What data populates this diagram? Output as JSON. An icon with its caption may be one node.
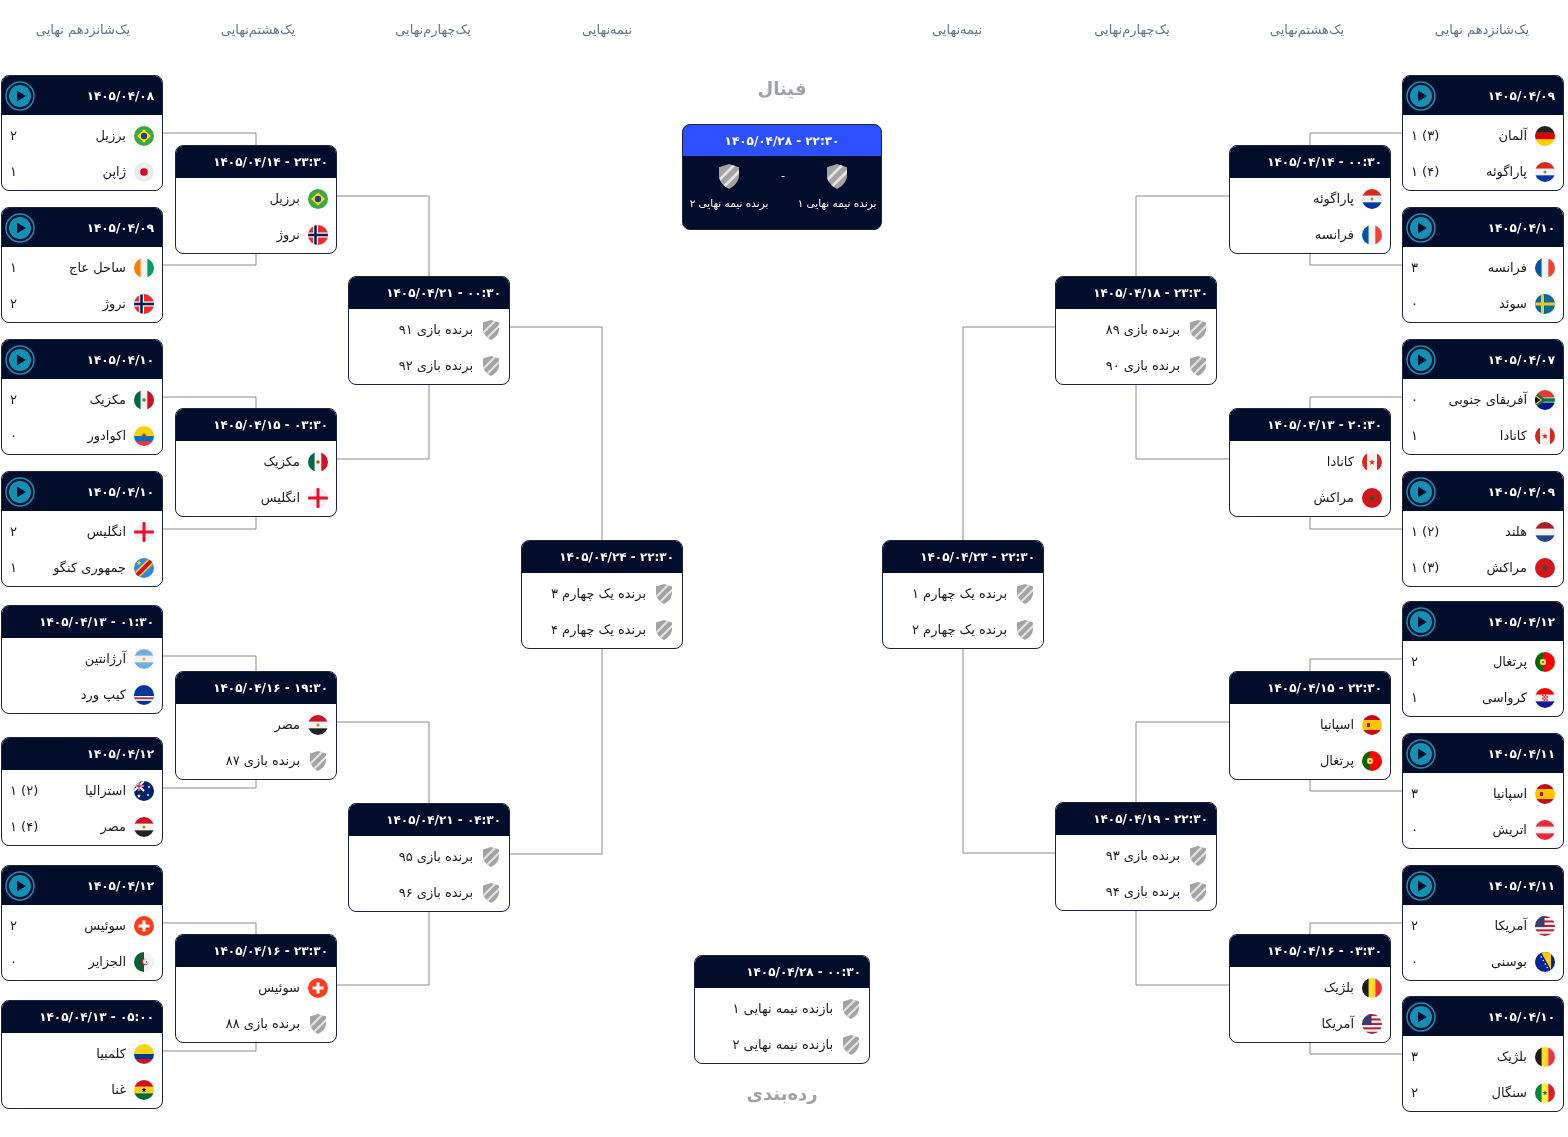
{
  "diagram": {
    "nodes": [
      {
        "text": [
          "۱۴۰۵/۰۴/۰۸",
          "برزیل",
          "۲",
          "ژاپن",
          "۱"
        ]
      },
      {
        "text": [
          "۱۴۰۵/۰۴/۰۹",
          "ساحل عاج",
          "۱",
          "نروژ",
          "۲"
        ]
      },
      {
        "text": [
          "۱۴۰۵/۰۴/۱۰",
          "مکزیک",
          "۲",
          "اکوادور",
          "۰"
        ]
      },
      {
        "text": [
          "۱۴۰۵/۰۴/۱۰",
          "انگلیس",
          "۲",
          "جمهوری کنگو",
          "۱"
        ]
      },
      {
        "text": [
          "۱۴۰۵/۰۴/۱۳ - ۰۱:۳۰",
          "آرژانتین",
          "کیپ ورد"
        ]
      },
      {
        "text": [
          "۱۴۰۵/۰۴/۱۲",
          "استرالیا",
          "۱ (۲)",
          "مصر",
          "۱ (۴)"
        ]
      },
      {
        "text": [
          "۱۴۰۵/۰۴/۱۲",
          "سوئیس",
          "۲",
          "الجزایر",
          "۰"
        ]
      },
      {
        "text": [
          "۱۴۰۵/۰۴/۱۳ - ۰۵:۰۰",
          "کلمبیا",
          "غنا"
        ]
      },
      {
        "text": [
          "۱۴۰۵/۰۴/۱۴ - ۲۳:۳۰",
          "برزیل",
          "نروژ"
        ]
      },
      {
        "text": [
          "۱۴۰۵/۰۴/۱۵ - ۰۳:۳۰",
          "مکزیک",
          "انگلیس"
        ]
      },
      {
        "text": [
          "۱۴۰۵/۰۴/۱۶ - ۱۹:۳۰",
          "مصر",
          "برنده بازی ۸۷"
        ]
      },
      {
        "text": [
          "۱۴۰۵/۰۴/۱۶ - ۲۳:۳۰",
          "سوئیس",
          "برنده بازی ۸۸"
        ]
      },
      {
        "text": [
          "۱۴۰۵/۰۴/۲۱ - ۰۰:۳۰",
          "برنده بازی ۹۱",
          "برنده بازی ۹۲"
        ]
      },
      {
        "text": [
          "۱۴۰۵/۰۴/۲۱ - ۰۴:۳۰",
          "برنده بازی ۹۵",
          "برنده بازی ۹۶"
        ]
      },
      {
        "text": [
          "۱۴۰۵/۰۴/۲۴ - ۲۲:۳۰",
          "برنده یک چهارم ۳",
          "برنده یک چهارم ۴"
        ]
      },
      {
        "text": [
          "۱۴۰۵/۰۴/۲۸ - ۲۲:۳۰",
          "برنده نیمه نهایی ۱",
          "-",
          "برنده نیمه نهایی ۲"
        ],
        "beside": [
          "فینال"
        ]
      },
      {
        "text": [
          "۱۴۰۵/۰۴/۲۸ - ۰۰:۳۰",
          "بازنده نیمه نهایی ۱",
          "بازنده نیمه نهایی ۲"
        ],
        "beside": [
          "رده‌بندی"
        ]
      },
      {
        "text": [
          "۱۴۰۵/۰۴/۲۳ - ۲۲:۳۰",
          "برنده یک چهارم ۱",
          "برنده یک چهارم ۲"
        ]
      },
      {
        "text": [
          "۱۴۰۵/۰۴/۱۸ - ۲۳:۳۰",
          "برنده بازی ۸۹",
          "برنده بازی ۹۰"
        ]
      },
      {
        "text": [
          "۱۴۰۵/۰۴/۱۹ - ۲۲:۳۰",
          "برنده بازی ۹۳",
          "برنده بازی ۹۴"
        ]
      },
      {
        "text": [
          "۱۴۰۵/۰۴/۱۴ - ۰۰:۳۰",
          "پاراگوئه",
          "فرانسه"
        ]
      },
      {
        "text": [
          "۱۴۰۵/۰۴/۱۳ - ۲۰:۳۰",
          "کانادا",
          "مراکش"
        ]
      },
      {
        "text": [
          "۱۴۰۵/۰۴/۱۵ - ۲۲:۳۰",
          "اسپانیا",
          "پرتغال"
        ]
      },
      {
        "text": [
          "۱۴۰۵/۰۴/۱۶ - ۰۳:۳۰",
          "بلژیک",
          "آمریکا"
        ]
      },
      {
        "text": [
          "۱۴۰۵/۰۴/۰۹",
          "آلمان",
          "۱ (۳)",
          "پاراگوئه",
          "۱ (۴)"
        ]
      },
      {
        "text": [
          "۱۴۰۵/۰۴/۱۰",
          "فرانسه",
          "۳",
          "سوئد",
          "۰"
        ]
      },
      {
        "text": [
          "۱۴۰۵/۰۴/۰۷",
          "آفریقای جنوبی",
          "۰",
          "کانادا",
          "۱"
        ]
      },
      {
        "text": [
          "۱۴۰۵/۰۴/۰۹",
          "هلند",
          "۱ (۲)",
          "مراکش",
          "۱ (۳)"
        ]
      },
      {
        "text": [
          "۱۴۰۵/۰۴/۱۲",
          "پرتغال",
          "۲",
          "کرواسی",
          "۱"
        ]
      },
      {
        "text": [
          "۱۴۰۵/۰۴/۱۱",
          "اسپانیا",
          "۳",
          "اتریش",
          "۰"
        ]
      },
      {
        "text": [
          "۱۴۰۵/۰۴/۱۱",
          "آمریکا",
          "۲",
          "بوسنی",
          "۰"
        ]
      },
      {
        "text": [
          "۱۴۰۵/۰۴/۱۰",
          "بلژیک",
          "۳",
          "سنگال",
          "۲"
        ]
      }
    ],
    "edges": [
      {
        "from": 0,
        "to": 8,
        "arrow": "none"
      },
      {
        "from": 1,
        "to": 8,
        "arrow": "none"
      },
      {
        "from": 2,
        "to": 9,
        "arrow": "none"
      },
      {
        "from": 3,
        "to": 9,
        "arrow": "none"
      },
      {
        "from": 4,
        "to": 10,
        "arrow": "none"
      },
      {
        "from": 5,
        "to": 10,
        "arrow": "none"
      },
      {
        "from": 6,
        "to": 11,
        "arrow": "none"
      },
      {
        "from": 7,
        "to": 11,
        "arrow": "none"
      },
      {
        "from": 8,
        "to": 12,
        "arrow": "none"
      },
      {
        "from": 9,
        "to": 12,
        "arrow": "none"
      },
      {
        "from": 10,
        "to": 13,
        "arrow": "none"
      },
      {
        "from": 11,
        "to": 13,
        "arrow": "none"
      },
      {
        "from": 12,
        "to": 14,
        "arrow": "none"
      },
      {
        "from": 13,
        "to": 14,
        "arrow": "none"
      },
      {
        "from": 18,
        "to": 17,
        "arrow": "none"
      },
      {
        "from": 19,
        "to": 17,
        "arrow": "none"
      },
      {
        "from": 20,
        "to": 18,
        "arrow": "none"
      },
      {
        "from": 21,
        "to": 18,
        "arrow": "none"
      },
      {
        "from": 22,
        "to": 19,
        "arrow": "none"
      },
      {
        "from": 23,
        "to": 19,
        "arrow": "none"
      },
      {
        "from": 24,
        "to": 20,
        "arrow": "none"
      },
      {
        "from": 25,
        "to": 20,
        "arrow": "none"
      },
      {
        "from": 26,
        "to": 21,
        "arrow": "none"
      },
      {
        "from": 27,
        "to": 21,
        "arrow": "none"
      },
      {
        "from": 28,
        "to": 22,
        "arrow": "none"
      },
      {
        "from": 29,
        "to": 22,
        "arrow": "none"
      },
      {
        "from": 30,
        "to": 23,
        "arrow": "none"
      },
      {
        "from": 31,
        "to": 23,
        "arrow": "none"
      }
    ],
    "labels": [
      "یک‌شانزدهم نهایی",
      "یک‌هشتم‌نهایی",
      "یک‌چهارم‌نهایی",
      "نیمه‌نهایی",
      "نیمه‌نهایی",
      "یک‌چهارم‌نهایی",
      "یک‌هشتم‌نهایی",
      "یک‌شانزدهم نهایی"
    ]
  }
}
